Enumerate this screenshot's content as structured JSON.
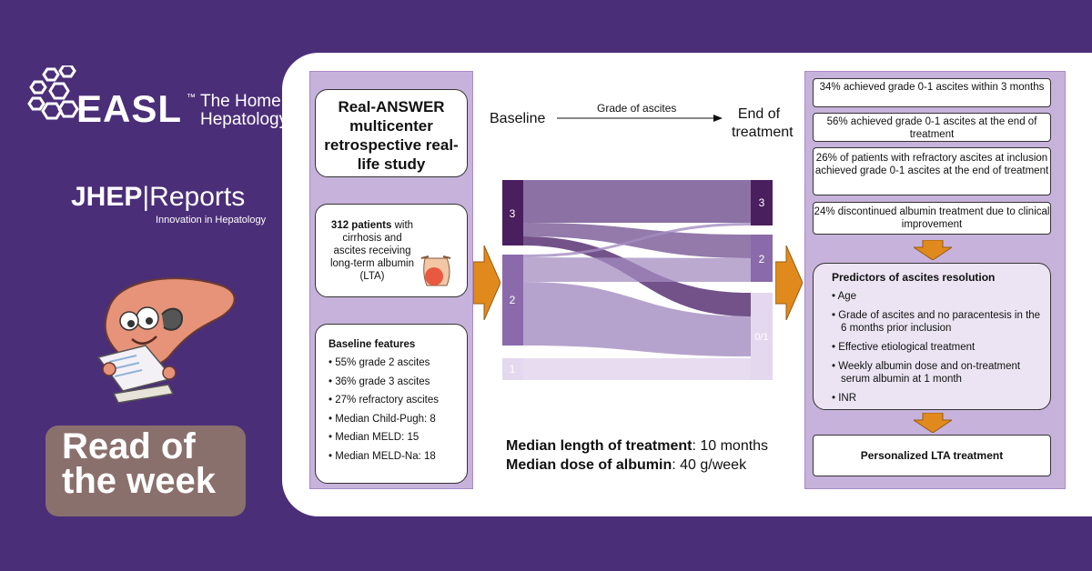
{
  "brand": {
    "easl_word": "EASL",
    "easl_tm": "™",
    "easl_tagline": "The Home of Hepatology",
    "jhep_bold": "JHEP",
    "jhep_light": "Reports",
    "jhep_sub": "Innovation in Hepatology",
    "read_line1": "Read of",
    "read_line2": "the week"
  },
  "left": {
    "study_title": "Real-ANSWER multicenter retrospective real-life study",
    "patients_bold": "312 patients",
    "patients_rest": "with cirrhosis and ascites receiving long-term albumin (LTA)",
    "features_title": "Baseline features",
    "features": [
      "55% grade 2 ascites",
      "36% grade 3 ascites",
      "27% refractory ascites",
      "Median Child-Pugh: 8",
      "Median MELD: 15",
      "Median MELD-Na: 18"
    ]
  },
  "center": {
    "baseline_label": "Baseline",
    "grade_label": "Grade of ascites",
    "end_label_1": "End of",
    "end_label_2": "treatment",
    "length_label": "Median length of treatment",
    "length_value": ": 10 months",
    "dose_label": "Median dose of albumin",
    "dose_value": ": 40 g/week"
  },
  "chart_data": {
    "type": "sankey",
    "left_nodes": [
      "3",
      "2",
      "1"
    ],
    "right_nodes": [
      "3",
      "2",
      "0/1"
    ],
    "colors": {
      "grade3": "#4a1f5e",
      "grade2": "#8a6aaa",
      "grade1": "#e4d8ee"
    }
  },
  "right": {
    "results": [
      "34% achieved grade 0-1 ascites within 3 months",
      "56% achieved grade 0-1 ascites at the end of treatment",
      "26% of patients with refractory ascites at inclusion achieved grade 0-1 ascites at the end of treatment",
      "24% discontinued albumin treatment due to clinical improvement"
    ],
    "predictors_title": "Predictors of ascites resolution",
    "predictors": [
      "Age",
      "Grade of ascites and no paracentesis in the 6 months prior inclusion",
      "Effective etiological treatment",
      "Weekly albumin dose and on-treatment serum albumin at 1 month",
      "INR"
    ],
    "final": "Personalized LTA treatment"
  }
}
